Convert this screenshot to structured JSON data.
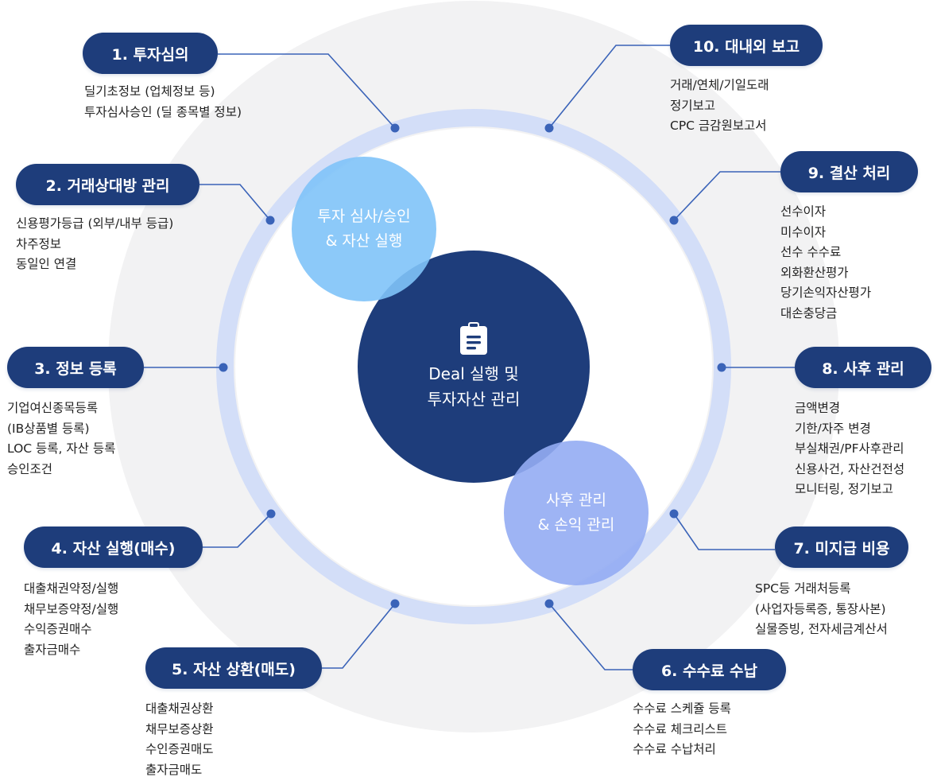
{
  "center": {
    "line1": "Deal 실행 및",
    "line2": "투자자산 관리",
    "icon": "clipboard-icon"
  },
  "bubbles": {
    "approval": {
      "line1": "투자 심사/승인",
      "line2": "& 자산 실행"
    },
    "post": {
      "line1": "사후 관리",
      "line2": "& 손익 관리"
    }
  },
  "colors": {
    "navy": "#1e3d7b",
    "ring": "#d3def8",
    "outer_disc": "#f2f2f3",
    "bubble_light": "#7fc3f8",
    "bubble_purple": "#93acf3",
    "connector": "#3a63b8"
  },
  "steps": [
    {
      "title": "1. 투자심의",
      "items": [
        "딜기초정보 (업체정보 등)",
        "투자심사승인 (딜 종목별 정보)"
      ]
    },
    {
      "title": "2. 거래상대방 관리",
      "items": [
        "신용평가등급 (외부/내부 등급)",
        "차주정보",
        "동일인 연결"
      ]
    },
    {
      "title": "3. 정보 등록",
      "items": [
        "기업여신종목등록",
        "(IB상품별 등록)",
        "LOC 등록, 자산 등록",
        "승인조건"
      ]
    },
    {
      "title": "4. 자산 실행(매수)",
      "items": [
        "대출채권약정/실행",
        "채무보증약정/실행",
        "수익증권매수",
        "출자금매수"
      ]
    },
    {
      "title": "5. 자산 상환(매도)",
      "items": [
        "대출채권상환",
        "채무보증상환",
        "수인증권매도",
        "출자금매도"
      ]
    },
    {
      "title": "6. 수수료 수납",
      "items": [
        "수수료 스케쥴 등록",
        "수수료 체크리스트",
        "수수료 수납처리"
      ]
    },
    {
      "title": "7. 미지급 비용",
      "items": [
        "SPC등 거래처등록",
        "(사업자등록증, 통장사본)",
        "실물증빙, 전자세금계산서"
      ]
    },
    {
      "title": "8. 사후 관리",
      "items": [
        "금액변경",
        "기한/자주 변경",
        "부실채권/PF사후관리",
        "신용사건, 자산건전성",
        "모니터링, 정기보고"
      ]
    },
    {
      "title": "9. 결산 처리",
      "items": [
        "선수이자",
        "미수이자",
        "선수 수수료",
        "외화환산평가",
        "당기손익자산평가",
        "대손충당금"
      ]
    },
    {
      "title": "10. 대내외 보고",
      "items": [
        "거래/연체/기일도래",
        "정기보고",
        "CPC 금감원보고서"
      ]
    }
  ]
}
